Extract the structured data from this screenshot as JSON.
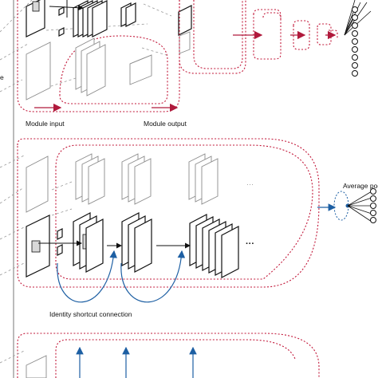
{
  "labels": {
    "module_input": "Module input",
    "module_output": "Module output",
    "average_pool": "Average poo",
    "identity_shortcut": "Identity shortcut connection",
    "side_letter": "e"
  },
  "colors": {
    "module_border": "#c2183a",
    "module_arrow": "#b01a3c",
    "shortcut_arrow": "#1d5fa3",
    "pool_marker": "#1d5fa3",
    "outline": "#111111",
    "faded_outline": "#8c8c8c"
  }
}
